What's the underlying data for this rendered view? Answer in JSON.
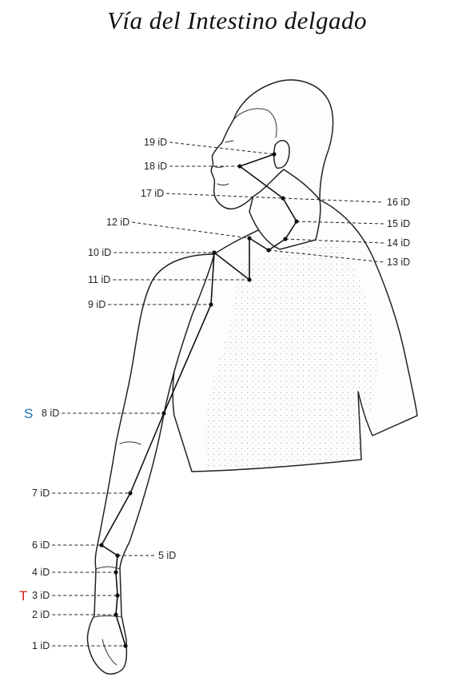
{
  "title": "Vía del Intestino delgado",
  "markers": {
    "s": {
      "letter": "S",
      "color": "#1a6fb5"
    },
    "t": {
      "letter": "T",
      "color": "#d42020"
    }
  },
  "points": [
    {
      "id": "p1",
      "label": "1 iD"
    },
    {
      "id": "p2",
      "label": "2 iD"
    },
    {
      "id": "p3",
      "label": "3 iD",
      "marker": "t"
    },
    {
      "id": "p4",
      "label": "4 iD"
    },
    {
      "id": "p5",
      "label": "5 iD"
    },
    {
      "id": "p6",
      "label": "6 iD"
    },
    {
      "id": "p7",
      "label": "7 iD"
    },
    {
      "id": "p8",
      "label": "8 iD",
      "marker": "s"
    },
    {
      "id": "p9",
      "label": "9 iD"
    },
    {
      "id": "p10",
      "label": "10 iD"
    },
    {
      "id": "p11",
      "label": "11 iD"
    },
    {
      "id": "p12",
      "label": "12 iD"
    },
    {
      "id": "p13",
      "label": "13 iD"
    },
    {
      "id": "p14",
      "label": "14 iD"
    },
    {
      "id": "p15",
      "label": "15 iD"
    },
    {
      "id": "p16",
      "label": "16 iD"
    },
    {
      "id": "p17",
      "label": "17 iD"
    },
    {
      "id": "p18",
      "label": "18 iD"
    },
    {
      "id": "p19",
      "label": "19 iD"
    }
  ]
}
